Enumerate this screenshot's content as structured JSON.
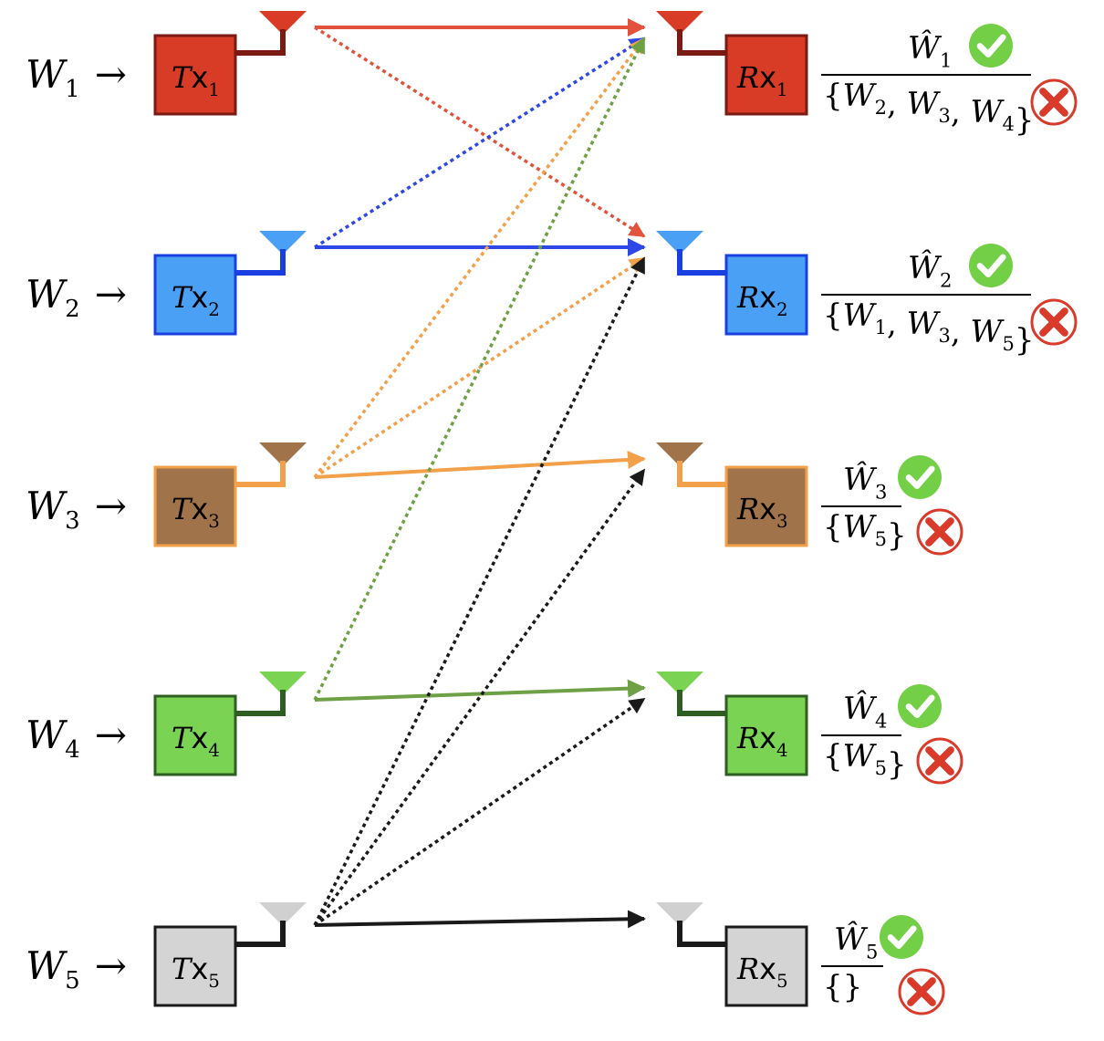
{
  "colors": {
    "red": {
      "fill": "#d83b26",
      "stroke": "#7a1a12",
      "arrow": "#e1533c"
    },
    "blue": {
      "fill": "#4aa0f5",
      "stroke": "#1a3fe0",
      "arrow": "#2e48e8"
    },
    "brown": {
      "fill": "#a0734a",
      "stroke": "#f2a04a",
      "arrow": "#f2a04a",
      "antenna": "#a0734a"
    },
    "green": {
      "fill": "#7ad352",
      "stroke": "#2e5e22",
      "arrow": "#6ea046"
    },
    "gray": {
      "fill": "#d4d4d4",
      "stroke": "#1a1a1a",
      "arrow": "#1a1a1a",
      "antenna": "#d0d0d0"
    },
    "check": "#72cf46",
    "cross": "#d93a2a"
  },
  "rows": [
    {
      "color": "red",
      "input": {
        "base": "W",
        "sub": "1",
        "arrow": "→"
      },
      "tx": {
        "base": "T",
        "mid": "x",
        "sub": "1"
      },
      "rx": {
        "base": "R",
        "mid": "x",
        "sub": "1"
      },
      "decoded": {
        "base": "Ŵ",
        "sub": "1"
      },
      "interference": {
        "open": "{",
        "items": [
          {
            "base": "W",
            "sub": "2"
          },
          {
            "base": "W",
            "sub": "3"
          },
          {
            "base": "W",
            "sub": "4"
          }
        ],
        "sep": ", ",
        "close": "}"
      }
    },
    {
      "color": "blue",
      "input": {
        "base": "W",
        "sub": "2",
        "arrow": "→"
      },
      "tx": {
        "base": "T",
        "mid": "x",
        "sub": "2"
      },
      "rx": {
        "base": "R",
        "mid": "x",
        "sub": "2"
      },
      "decoded": {
        "base": "Ŵ",
        "sub": "2"
      },
      "interference": {
        "open": "{",
        "items": [
          {
            "base": "W",
            "sub": "1"
          },
          {
            "base": "W",
            "sub": "3"
          },
          {
            "base": "W",
            "sub": "5"
          }
        ],
        "sep": ", ",
        "close": "}"
      }
    },
    {
      "color": "brown",
      "input": {
        "base": "W",
        "sub": "3",
        "arrow": "→"
      },
      "tx": {
        "base": "T",
        "mid": "x",
        "sub": "3"
      },
      "rx": {
        "base": "R",
        "mid": "x",
        "sub": "3"
      },
      "decoded": {
        "base": "Ŵ",
        "sub": "3"
      },
      "interference": {
        "open": "{",
        "items": [
          {
            "base": "W",
            "sub": "5"
          }
        ],
        "sep": ", ",
        "close": "}"
      }
    },
    {
      "color": "green",
      "input": {
        "base": "W",
        "sub": "4",
        "arrow": "→"
      },
      "tx": {
        "base": "T",
        "mid": "x",
        "sub": "4"
      },
      "rx": {
        "base": "R",
        "mid": "x",
        "sub": "4"
      },
      "decoded": {
        "base": "Ŵ",
        "sub": "4"
      },
      "interference": {
        "open": "{",
        "items": [
          {
            "base": "W",
            "sub": "5"
          }
        ],
        "sep": ", ",
        "close": "}"
      }
    },
    {
      "color": "gray",
      "input": {
        "base": "W",
        "sub": "5",
        "arrow": "→"
      },
      "tx": {
        "base": "T",
        "mid": "x",
        "sub": "5"
      },
      "rx": {
        "base": "R",
        "mid": "x",
        "sub": "5"
      },
      "decoded": {
        "base": "Ŵ",
        "sub": "5"
      },
      "interference": {
        "open": "{",
        "items": [],
        "sep": "",
        "close": "}"
      }
    }
  ],
  "links": [
    {
      "from": 1,
      "to": 1,
      "style": "solid",
      "color": "red"
    },
    {
      "from": 1,
      "to": 2,
      "style": "dotted",
      "color": "red"
    },
    {
      "from": 2,
      "to": 2,
      "style": "solid",
      "color": "blue"
    },
    {
      "from": 2,
      "to": 1,
      "style": "dotted",
      "color": "blue"
    },
    {
      "from": 3,
      "to": 3,
      "style": "solid",
      "color": "brown"
    },
    {
      "from": 3,
      "to": 1,
      "style": "dotted",
      "color": "brown"
    },
    {
      "from": 3,
      "to": 2,
      "style": "dotted",
      "color": "brown"
    },
    {
      "from": 4,
      "to": 4,
      "style": "solid",
      "color": "green"
    },
    {
      "from": 4,
      "to": 1,
      "style": "dotted",
      "color": "green"
    },
    {
      "from": 5,
      "to": 5,
      "style": "solid",
      "color": "gray"
    },
    {
      "from": 5,
      "to": 2,
      "style": "dotted",
      "color": "gray"
    },
    {
      "from": 5,
      "to": 3,
      "style": "dotted",
      "color": "gray"
    },
    {
      "from": 5,
      "to": 4,
      "style": "dotted",
      "color": "gray"
    }
  ],
  "icons": {
    "check": "check-circle-icon",
    "cross": "cross-circle-icon",
    "antenna": "antenna-icon"
  }
}
